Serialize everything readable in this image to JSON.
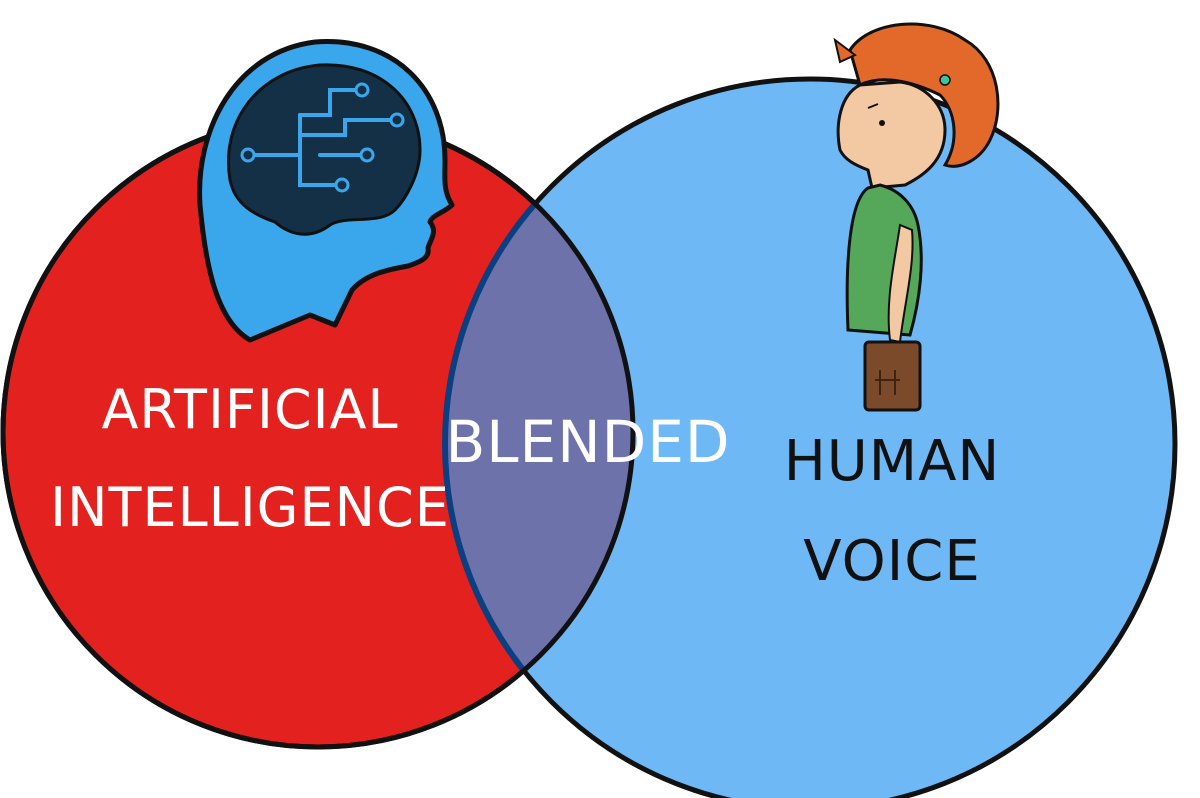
{
  "diagram": {
    "type": "venn",
    "sets": [
      {
        "id": "ai",
        "label_lines": [
          "ARTIFICIAL",
          "INTELLIGENCE"
        ],
        "fill": "#e3221f",
        "text_color": "#ffffff",
        "icon": "robot-brain-head-icon"
      },
      {
        "id": "human",
        "label_lines": [
          "HUMAN",
          "VOICE"
        ],
        "fill": "#6fb8f6",
        "text_color": "#111111",
        "icon": "person-figure-icon"
      }
    ],
    "intersection": {
      "label": "BLENDED",
      "fill": "#6e72ab",
      "text_color": "#ffffff"
    },
    "outline_color": "#111111"
  }
}
